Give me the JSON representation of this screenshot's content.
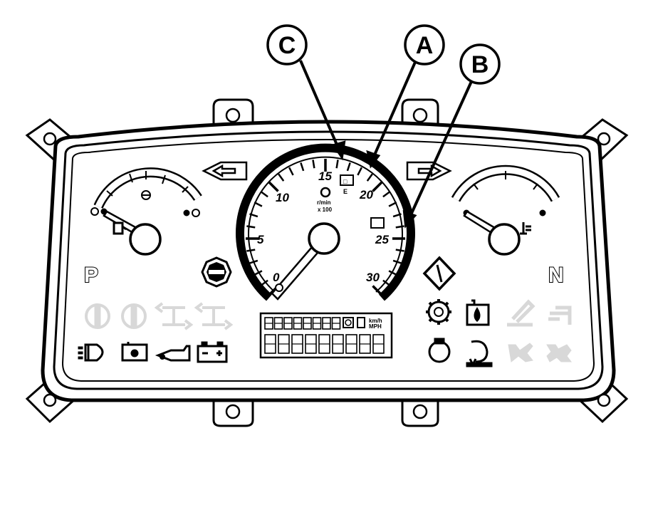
{
  "callouts": [
    {
      "letter": "C"
    },
    {
      "letter": "A"
    },
    {
      "letter": "B"
    }
  ],
  "tachometer": {
    "scale_labels": [
      "0",
      "5",
      "10",
      "15",
      "20",
      "25",
      "30"
    ],
    "unit_top": "r/min",
    "unit_bottom": "x 100"
  },
  "indicators": {
    "left": "P",
    "right": "N"
  },
  "lcd": {
    "unit_label_1": "km/h",
    "unit_label_2": "MPH"
  },
  "colors": {
    "ink": "#000000",
    "background": "#ffffff",
    "inactive_icon": "#d8d8d8"
  }
}
